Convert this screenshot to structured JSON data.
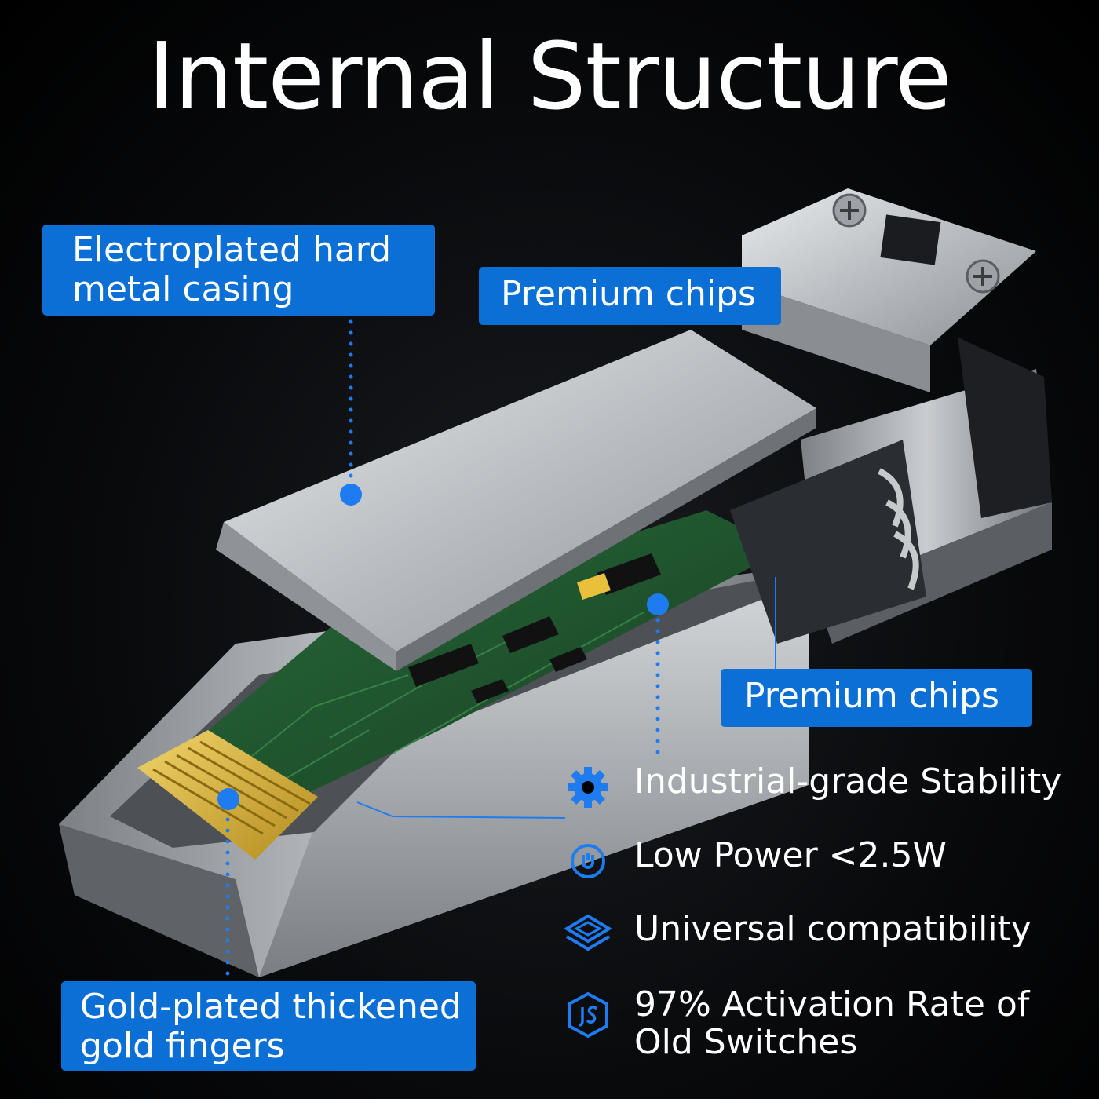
{
  "title": "Internal Structure",
  "callouts": {
    "casing_line1": "Electroplated hard",
    "casing_line2": "metal casing",
    "chips_top": "Premium chips",
    "chips_right": "Premium chips",
    "gold_line1": "Gold-plated thickened",
    "gold_line2": "gold fingers"
  },
  "features": [
    {
      "icon": "gear-icon",
      "label": "Industrial-grade Stability"
    },
    {
      "icon": "power-icon",
      "label": "Low Power <2.5W"
    },
    {
      "icon": "layers-icon",
      "label": "Universal compatibility"
    },
    {
      "icon": "hexagon-switch-icon",
      "label_line1": "97% Activation Rate of",
      "label_line2": "Old Switches"
    }
  ],
  "colors": {
    "accent": "#0b6fd6",
    "background": "#000000",
    "pcb": "#1f5a2e",
    "gold": "#d9b53a",
    "metal": "#bfc3c7"
  }
}
